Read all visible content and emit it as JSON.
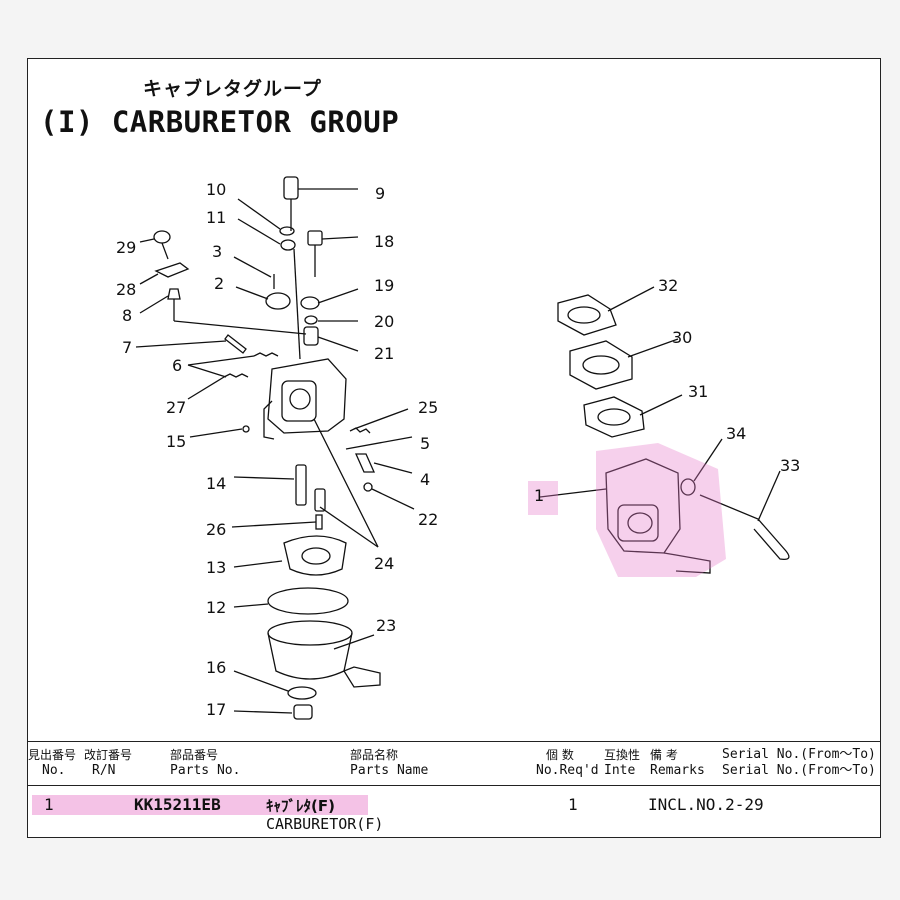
{
  "header": {
    "title_jp": "キャブレタグループ",
    "title_en": "(I) CARBURETOR GROUP"
  },
  "callouts": [
    "10",
    "9",
    "11",
    "18",
    "29",
    "3",
    "2",
    "19",
    "28",
    "8",
    "20",
    "7",
    "21",
    "6",
    "27",
    "25",
    "15",
    "5",
    "4",
    "14",
    "22",
    "26",
    "24",
    "13",
    "12",
    "23",
    "16",
    "17",
    "32",
    "30",
    "31",
    "34",
    "33",
    "1"
  ],
  "table": {
    "headers": {
      "no_jp": "見出番号",
      "no_en": "No.",
      "rn_jp": "改訂番号",
      "rn_en": "R/N",
      "parts_no_jp": "部品番号",
      "parts_no_en": "Parts No.",
      "parts_name_jp": "部品名称",
      "parts_name_en": "Parts Name",
      "req_jp": "個 数",
      "req_en": "No.Req'd",
      "inte_jp": "互換性",
      "inte_en": "Inte",
      "remarks_jp": "備 考",
      "remarks_en": "Remarks",
      "serial_1": "Serial No.(From～To)",
      "serial_2": "Serial No.(From～To)"
    },
    "rows": [
      {
        "no": "1",
        "parts_no": "KK15211EB",
        "name_jp": "ｷｬﾌﾞﾚﾀ(F)",
        "name_en": "CARBURETOR(F)",
        "req": "1",
        "remarks": "INCL.NO.2-29"
      }
    ]
  },
  "colors": {
    "highlight": "#e678c8",
    "ink": "#111111"
  }
}
